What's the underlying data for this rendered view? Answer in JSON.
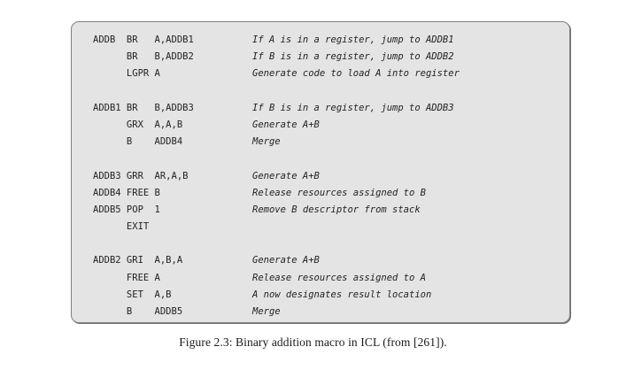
{
  "figure": {
    "caption": "Figure 2.3: Binary addition macro in ICL (from [261]).",
    "colors": {
      "page_background": "#ffffff",
      "box_background": "#e4e4e4",
      "box_border": "#808080",
      "code_text": "#222222"
    },
    "code": {
      "language": "ICL",
      "lines": [
        {
          "code": "ADDB  BR   A,ADDB1",
          "comment": "If A is in a register, jump to ADDB1"
        },
        {
          "code": "      BR   B,ADDB2",
          "comment": "If B is in a register, jump to ADDB2"
        },
        {
          "code": "      LGPR A",
          "comment": "Generate code to load A into register"
        },
        {
          "code": "",
          "comment": ""
        },
        {
          "code": "ADDB1 BR   B,ADDB3",
          "comment": "If B is in a register, jump to ADDB3"
        },
        {
          "code": "      GRX  A,A,B",
          "comment": "Generate A+B"
        },
        {
          "code": "      B    ADDB4",
          "comment": "Merge"
        },
        {
          "code": "",
          "comment": ""
        },
        {
          "code": "ADDB3 GRR  AR,A,B",
          "comment": "Generate A+B"
        },
        {
          "code": "ADDB4 FREE B",
          "comment": "Release resources assigned to B"
        },
        {
          "code": "ADDB5 POP  1",
          "comment": "Remove B descriptor from stack"
        },
        {
          "code": "      EXIT",
          "comment": ""
        },
        {
          "code": "",
          "comment": ""
        },
        {
          "code": "ADDB2 GRI  A,B,A",
          "comment": "Generate A+B"
        },
        {
          "code": "      FREE A",
          "comment": "Release resources assigned to A"
        },
        {
          "code": "      SET  A,B",
          "comment": "A now designates result location"
        },
        {
          "code": "      B    ADDB5",
          "comment": "Merge"
        }
      ]
    }
  }
}
